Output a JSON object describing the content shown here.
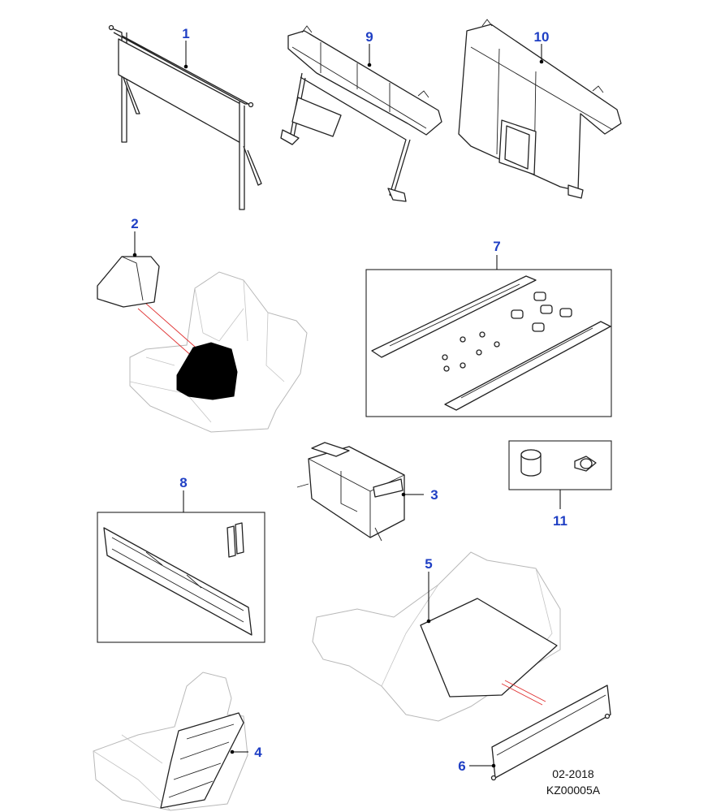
{
  "callouts": {
    "c1": "1",
    "c2": "2",
    "c3": "3",
    "c4": "4",
    "c5": "5",
    "c6": "6",
    "c7": "7",
    "c8": "8",
    "c9": "9",
    "c10": "10",
    "c11": "11"
  },
  "footer": {
    "date": "02-2018",
    "code": "KZ00005A"
  },
  "colors": {
    "callout": "#1f3fc4",
    "highlight_line": "#e03030"
  }
}
